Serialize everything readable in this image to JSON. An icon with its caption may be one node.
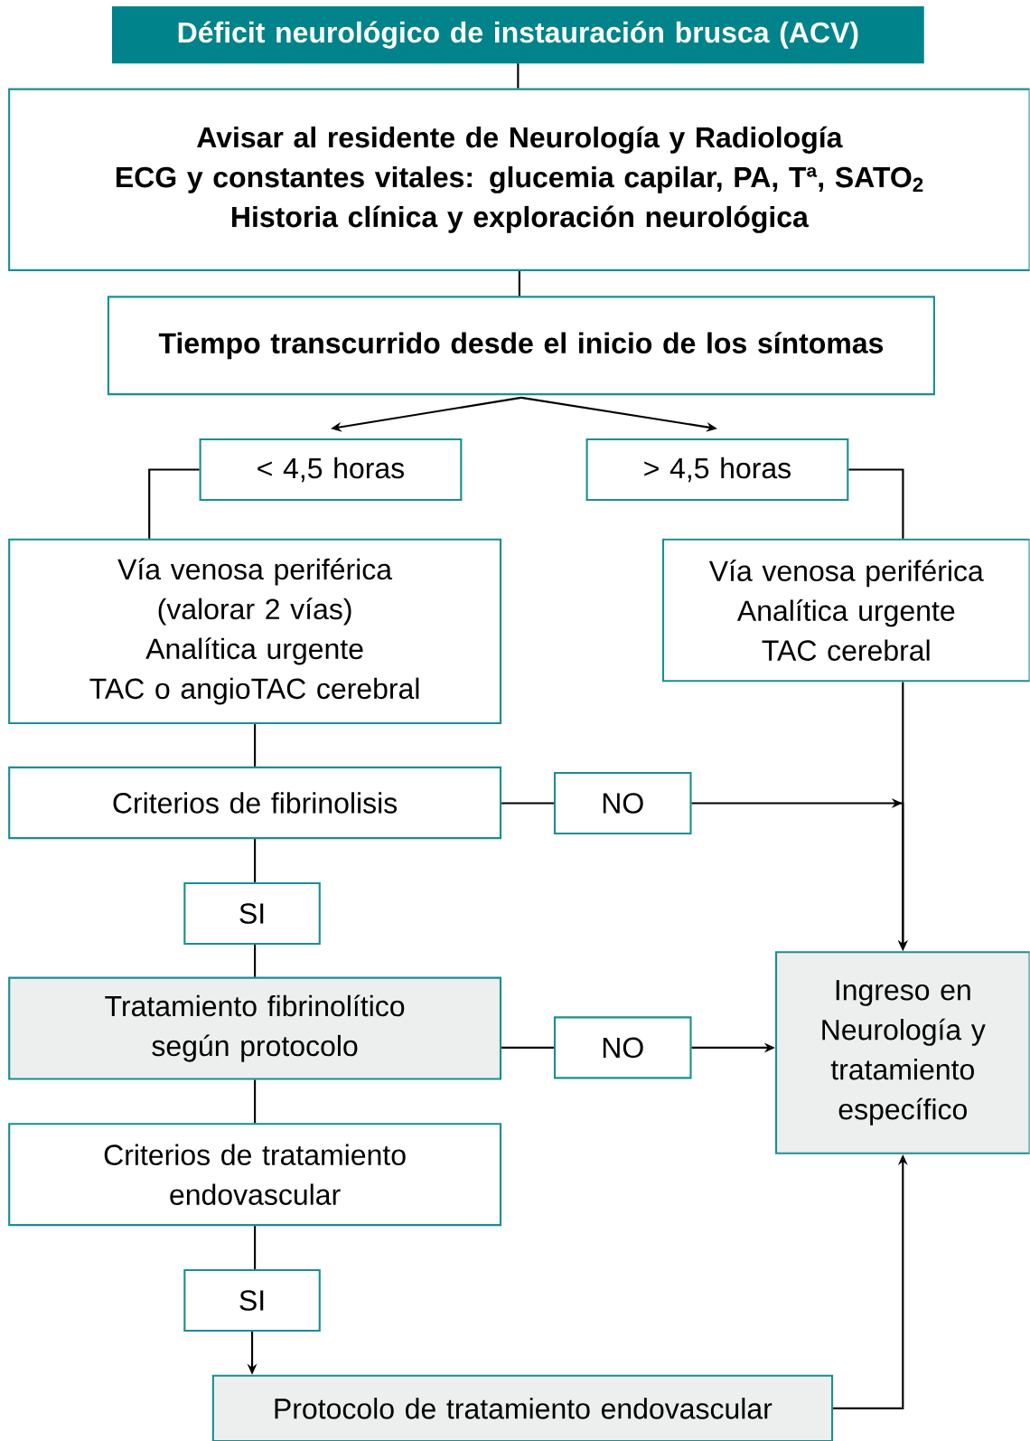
{
  "diagram": {
    "nodes": [
      {
        "text": [
          "Déficit neurológico de instauración brusca (ACV)"
        ]
      },
      {
        "text": [
          "Avisar al residente de Neurología y Radiología",
          "ECG y constantes vitales: glucemia capilar, PA, Tª, SATO$_{2}$",
          "Historia clínica y exploración neurológica"
        ]
      },
      {
        "text": [
          "Tiempo transcurrido desde el inicio de los síntomas"
        ]
      },
      {
        "text": [
          "< 4,5 horas"
        ]
      },
      {
        "text": [
          "> 4,5 horas"
        ]
      },
      {
        "text": [
          "Vía venosa periférica",
          "(valorar 2 vías)",
          "Analítica urgente",
          "TAC o angioTAC cerebral"
        ]
      },
      {
        "text": [
          "Vía venosa periférica",
          "Analítica urgente",
          "TAC cerebral"
        ]
      },
      {
        "text": [
          "Criterios de fibrinolisis"
        ]
      },
      {
        "text": [
          "NO"
        ]
      },
      {
        "text": [
          "SI"
        ]
      },
      {
        "text": [
          "Tratamiento fibrinolítico según protocolo"
        ]
      },
      {
        "text": [
          "NO"
        ]
      },
      {
        "text": [
          "Ingreso en Neurología y tratamiento específico"
        ]
      },
      {
        "text": [
          "Criterios de tratamiento endovascular"
        ]
      },
      {
        "text": [
          "SI"
        ]
      },
      {
        "text": [
          "Protocolo de tratamiento endovascular"
        ]
      }
    ],
    "edges": [
      {
        "from": 0,
        "to": 1,
        "arrow": "none"
      },
      {
        "from": 1,
        "to": 2,
        "arrow": "none"
      },
      {
        "from": 2,
        "to": 3,
        "arrow": "to"
      },
      {
        "from": 2,
        "to": 4,
        "arrow": "to"
      },
      {
        "from": 3,
        "to": 5,
        "arrow": "none"
      },
      {
        "from": 4,
        "to": 6,
        "arrow": "none"
      },
      {
        "from": 5,
        "to": 7,
        "arrow": "none"
      },
      {
        "from": 7,
        "to": 8,
        "arrow": "none"
      },
      {
        "from": 8,
        "to": 12,
        "arrow": "to"
      },
      {
        "from": 6,
        "to": 12,
        "arrow": "to"
      },
      {
        "from": 7,
        "to": 9,
        "arrow": "none"
      },
      {
        "from": 9,
        "to": 10,
        "arrow": "none"
      },
      {
        "from": 10,
        "to": 11,
        "arrow": "none"
      },
      {
        "from": 11,
        "to": 12,
        "arrow": "to"
      },
      {
        "from": 10,
        "to": 13,
        "arrow": "none"
      },
      {
        "from": 13,
        "to": 14,
        "arrow": "none"
      },
      {
        "from": 14,
        "to": 15,
        "arrow": "to"
      },
      {
        "from": 15,
        "to": 12,
        "arrow": "to"
      }
    ]
  }
}
